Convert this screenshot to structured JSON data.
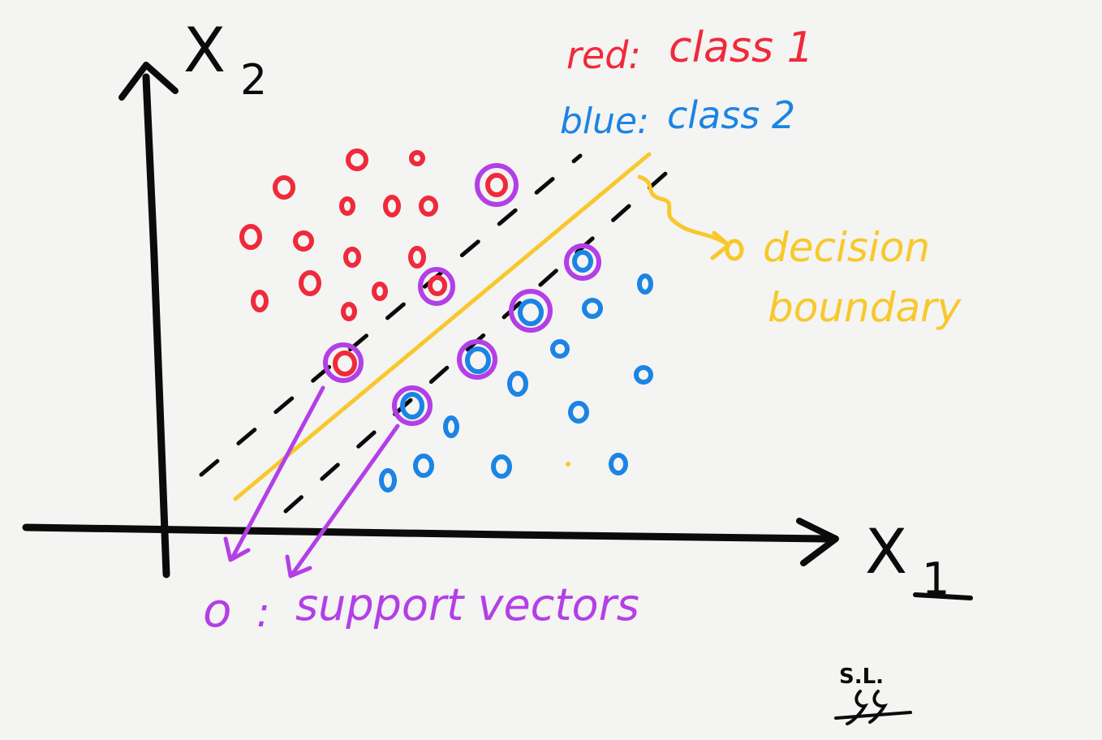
{
  "axes": {
    "x_label": "X",
    "x_sub": "1",
    "y_label": "X",
    "y_sub": "2"
  },
  "legend": {
    "red_key": "red:",
    "red_value": "class 1",
    "blue_key": "blue:",
    "blue_value": "class 2"
  },
  "boundary_label": {
    "line1": "decision",
    "line2": "boundary"
  },
  "support_vectors": {
    "symbol": "o",
    "separator": ":",
    "label": "support vectors"
  },
  "signature": {
    "initials": "S.L."
  },
  "colors": {
    "red": "#ef2a3b",
    "blue": "#1b84e5",
    "yellow": "#f8c82c",
    "purple": "#b33fe6",
    "axis": "#0b0b0b",
    "background": "#f4f4f2"
  }
}
